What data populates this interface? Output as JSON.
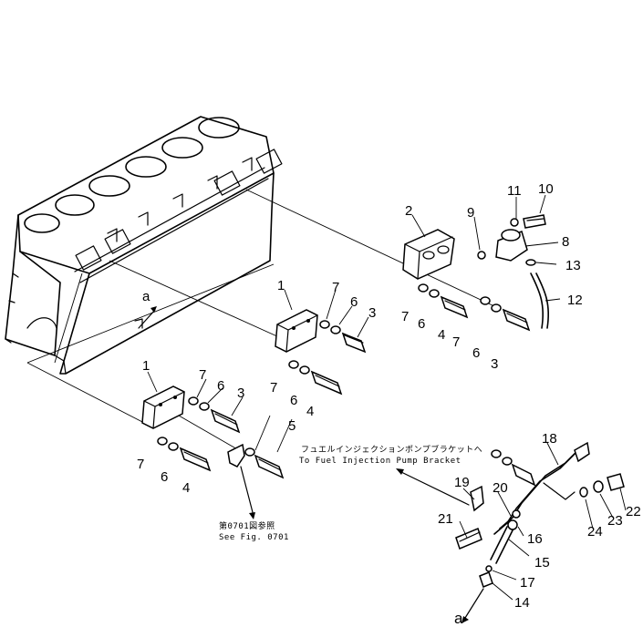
{
  "callouts": {
    "c1a": "1",
    "c1b": "1",
    "c2": "2",
    "c3a": "3",
    "c3b": "3",
    "c3c": "3",
    "c4a": "4",
    "c4b": "4",
    "c4c": "4",
    "c5": "5",
    "c6a": "6",
    "c6b": "6",
    "c6c": "6",
    "c6d": "6",
    "c6e": "6",
    "c6f": "6",
    "c7a": "7",
    "c7b": "7",
    "c7c": "7",
    "c7d": "7",
    "c7e": "7",
    "c7f": "7",
    "c8": "8",
    "c9": "9",
    "c10": "10",
    "c11": "11",
    "c12": "12",
    "c13": "13",
    "c14": "14",
    "c15": "15",
    "c16": "16",
    "c17": "17",
    "c18": "18",
    "c19": "19",
    "c20": "20",
    "c21": "21",
    "c22": "22",
    "c23": "23",
    "c24": "24"
  },
  "refs": {
    "a_top": "a",
    "a_bottom": "a"
  },
  "notes": {
    "fuel_pump_jp": "フュエルインジェクションポンプブラケットへ",
    "fuel_pump_en": "To Fuel Injection Pump Bracket",
    "see_fig_jp": "第0701図参照",
    "see_fig_en": "See Fig. 0701"
  }
}
